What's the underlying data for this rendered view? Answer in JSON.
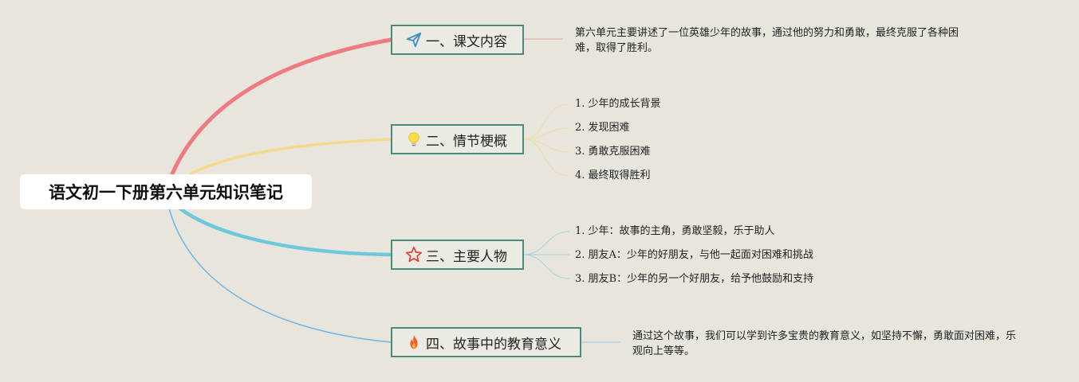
{
  "root": {
    "title": "语文初一下册第六单元知识笔记"
  },
  "branches": [
    {
      "label": "一、课文内容",
      "icon": "paper-plane-icon",
      "color": "#ee7b7f",
      "content": "第六单元主要讲述了一位英雄少年的故事，通过他的努力和勇敢，最终克服了各种困难，取得了胜利。"
    },
    {
      "label": "二、情节梗概",
      "icon": "lightbulb-icon",
      "color": "#f7d98c",
      "items": [
        "1. 少年的成长背景",
        "2. 发现困难",
        "3. 勇敢克服困难",
        "4. 最终取得胜利"
      ]
    },
    {
      "label": "三、主要人物",
      "icon": "star-icon",
      "color": "#6ec8dc",
      "items": [
        "1. 少年：故事的主角，勇敢坚毅，乐于助人",
        "2. 朋友A：少年的好朋友，与他一起面对困难和挑战",
        "3. 朋友B：少年的另一个好朋友，给予他鼓励和支持"
      ]
    },
    {
      "label": "四、故事中的教育意义",
      "icon": "fire-icon",
      "color": "#6fb6e6",
      "content": "通过这个故事，我们可以学到许多宝贵的教育意义，如坚持不懈，勇敢面对困难，乐观向上等等。"
    }
  ]
}
